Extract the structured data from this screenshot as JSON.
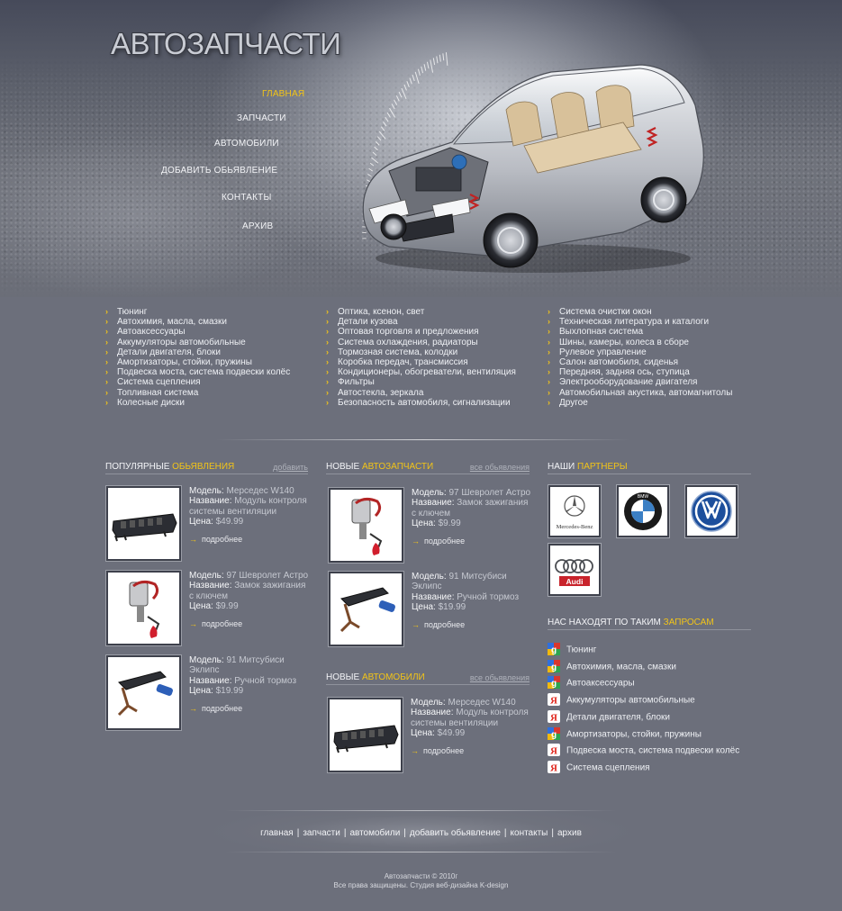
{
  "header": {
    "logo": "АВТОЗАПЧАСТИ",
    "nav": [
      {
        "label": "ГЛАВНАЯ",
        "active": true
      },
      {
        "label": "ЗАПЧАСТИ",
        "active": false
      },
      {
        "label": "АВТОМОБИЛИ",
        "active": false
      },
      {
        "label": "ДОБАВИТЬ ОБЬЯВЛЕНИЕ",
        "active": false
      },
      {
        "label": "КОНТАКТЫ",
        "active": false
      },
      {
        "label": "АРХИВ",
        "active": false
      }
    ]
  },
  "categories": {
    "col1": [
      "Тюнинг",
      "Автохимия, масла, смазки",
      "Автоаксессуары",
      "Аккумуляторы автомобильные",
      "Детали двигателя, блоки",
      "Амортизаторы, стойки, пружины",
      "Подвеска моста, система подвески колёс",
      "Система сцепления",
      "Топливная система",
      "Колесные диски"
    ],
    "col2": [
      "Оптика, ксенон, свет",
      "Детали кузова",
      "Оптовая торговля и предложения",
      "Система охлаждения, радиаторы",
      "Тормозная система, колодки",
      "Коробка передач, трансмиссия",
      "Кондиционеры, обогреватели, вентиляция",
      "Фильтры",
      "Автостекла, зеркала",
      "Безопасность автомобиля, сигнализации"
    ],
    "col3": [
      "Система очистки окон",
      "Техническая литература и каталоги",
      "Выхлопная система",
      "Шины, камеры, колеса в сборе",
      "Рулевое управление",
      "Салон автомобиля, сиденья",
      "Передняя, задняя ось, ступица",
      "Электрооборудование двигателя",
      "Автомобильная акустика, автомагнитолы",
      "Другое"
    ]
  },
  "labels": {
    "model": "Модель:",
    "name": "Название:",
    "price": "Цена:",
    "more": "подробнее"
  },
  "popular": {
    "title_plain": "ПОПУЛЯРНЫЕ",
    "title_hl": "ОБЬЯВЛЕНИЯ",
    "link": "добавить",
    "items": [
      {
        "model": "Мерседес W140",
        "name": "Модуль контроля системы вентиляции",
        "price": "$49.99"
      },
      {
        "model": "97 Шевролет Астро",
        "name": "Замок зажигания с ключем",
        "price": "$9.99"
      },
      {
        "model": "91 Митсубиси Эклипс",
        "name": "Ручной тормоз",
        "price": "$19.99"
      }
    ]
  },
  "new_parts": {
    "title_plain": "НОВЫЕ",
    "title_hl": "АВТОЗАПЧАСТИ",
    "link": "все обьявления",
    "items": [
      {
        "model": "97 Шевролет Астро",
        "name": "Замок зажигания с ключем",
        "price": "$9.99"
      },
      {
        "model": "91 Митсубиси Эклипс",
        "name": "Ручной тормоз",
        "price": "$19.99"
      }
    ]
  },
  "new_cars": {
    "title_plain": "НОВЫЕ",
    "title_hl": "АВТОМОБИЛИ",
    "link": "все обьявления",
    "items": [
      {
        "model": "Мерседес W140",
        "name": "Модуль контроля системы вентиляции",
        "price": "$49.99"
      }
    ]
  },
  "partners": {
    "title_plain": "НАШИ",
    "title_hl": "ПАРТНЕРЫ",
    "logos": [
      {
        "icon": "mercedes-benz-logo",
        "text": "Mercedes-Benz"
      },
      {
        "icon": "bmw-logo",
        "text": "BMW"
      },
      {
        "icon": "volkswagen-logo",
        "text": ""
      },
      {
        "icon": "audi-logo",
        "text": "Audi"
      }
    ]
  },
  "queries": {
    "title_plain": "НАС НАХОДЯТ ПО ТАКИМ",
    "title_hl": "ЗАПРОСАМ",
    "items": [
      {
        "engine": "google-icon",
        "text": "Тюнинг"
      },
      {
        "engine": "google-icon",
        "text": "Автохимия, масла, смазки"
      },
      {
        "engine": "google-icon",
        "text": "Автоаксессуары"
      },
      {
        "engine": "yandex-icon",
        "text": "Аккумуляторы автомобильные"
      },
      {
        "engine": "yandex-icon",
        "text": "Детали двигателя, блоки"
      },
      {
        "engine": "google-icon",
        "text": "Амортизаторы, стойки, пружины"
      },
      {
        "engine": "yandex-icon",
        "text": "Подвеска моста, система подвески колёс"
      },
      {
        "engine": "yandex-icon",
        "text": "Система сцепления"
      }
    ]
  },
  "footer": {
    "nav": [
      "главная",
      "запчасти",
      "автомобили",
      "добавить обьявление",
      "контакты",
      "архив"
    ],
    "copy_line1": "Автозапчасти  ©  2010г",
    "copy_line2": "Все права защищены. Студия веб-дизайна K-design"
  },
  "colors": {
    "accent": "#f2c418",
    "background": "#6c6f7b"
  }
}
